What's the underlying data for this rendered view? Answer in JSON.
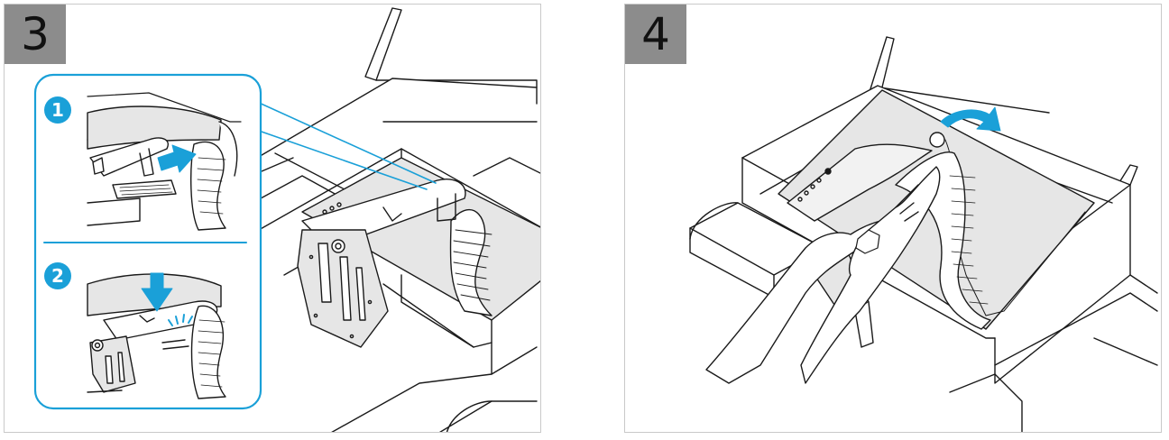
{
  "steps": [
    {
      "number": "3",
      "substeps": [
        "1",
        "2"
      ]
    },
    {
      "number": "4"
    }
  ],
  "colors": {
    "accent_blue": "#1aa0d8",
    "badge_gray": "#8c8c8c",
    "line_dark": "#1a1a1a",
    "fill_light_gray": "#e6e6e6",
    "fill_mid_gray": "#d0d0d0"
  },
  "icons": [
    "push-arrow-icon",
    "press-down-arrow-icon",
    "click-marks-icon",
    "rotate-arrow-icon",
    "dell-logo-icon"
  ]
}
